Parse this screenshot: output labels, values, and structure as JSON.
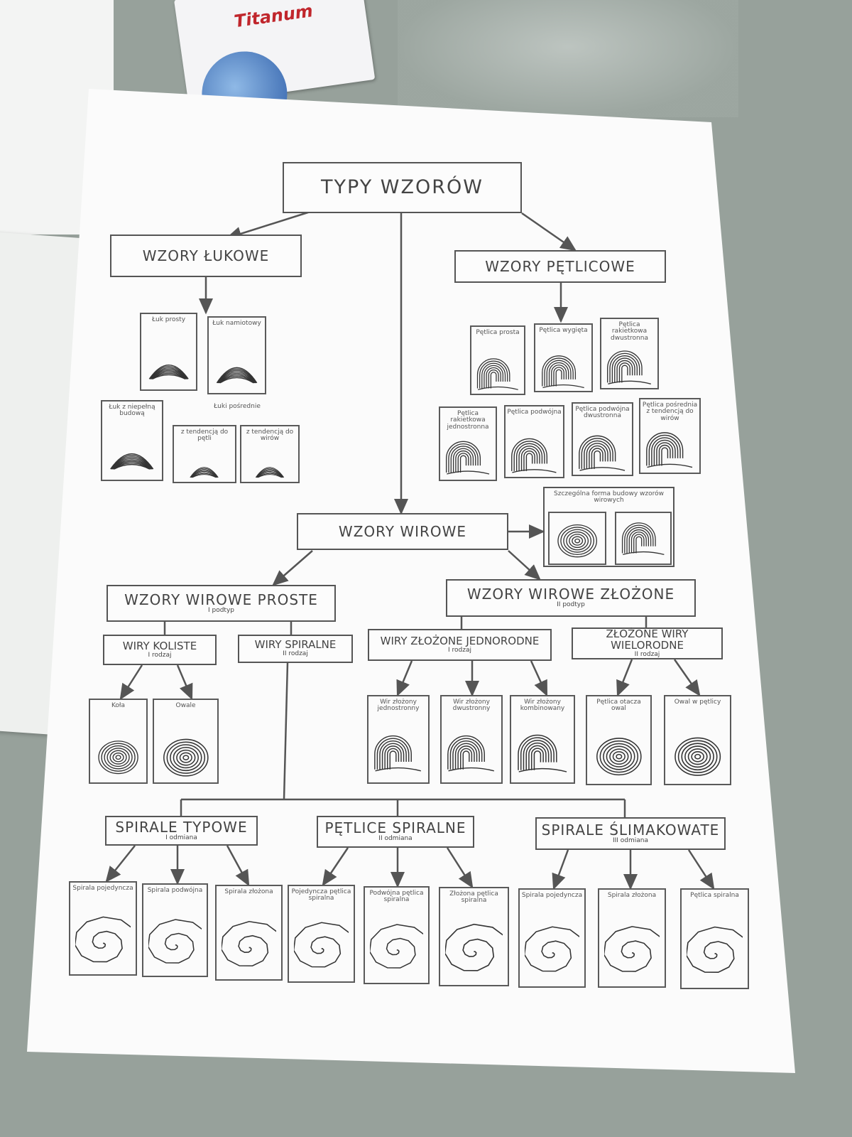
{
  "brand": "Titanum",
  "nodes": [
    {
      "id": "root",
      "title": "TYPY WZORÓW"
    },
    {
      "id": "arch",
      "title": "WZORY ŁUKOWE"
    },
    {
      "id": "loop",
      "title": "WZORY PĘTLICOWE"
    },
    {
      "id": "whorl",
      "title": "WZORY WIROWE"
    },
    {
      "id": "simple",
      "title": "WZORY WIROWE PROSTE",
      "subtitle": "I podtyp"
    },
    {
      "id": "complex",
      "title": "WZORY WIROWE ZŁOŻONE",
      "subtitle": "II podtyp"
    },
    {
      "id": "circular",
      "title": "WIRY KOLISTE",
      "subtitle": "I rodzaj"
    },
    {
      "id": "spiral",
      "title": "WIRY SPIRALNE",
      "subtitle": "II rodzaj"
    },
    {
      "id": "homog",
      "title": "WIRY ZŁOŻONE JEDNORODNE",
      "subtitle": "I rodzaj"
    },
    {
      "id": "heterog",
      "title": "ZŁOŻONE WIRY WIELORODNE",
      "subtitle": "II rodzaj"
    },
    {
      "id": "typical",
      "title": "SPIRALE TYPOWE",
      "subtitle": "I odmiana"
    },
    {
      "id": "spiralloops",
      "title": "PĘTLICE SPIRALNE",
      "subtitle": "II odmiana"
    },
    {
      "id": "snail",
      "title": "SPIRALE ŚLIMAKOWATE",
      "subtitle": "III odmiana"
    }
  ],
  "group_heads": [
    {
      "id": "intermediate",
      "label": "Łuki pośrednie"
    },
    {
      "id": "special",
      "label": "Szczególna forma budowy wzorów wirowych"
    }
  ],
  "cards": [
    {
      "id": "a1",
      "label": "Łuk prosty",
      "icon": "arch"
    },
    {
      "id": "a2",
      "label": "Łuk namiotowy",
      "icon": "tent"
    },
    {
      "id": "a3",
      "label": "Łuk z niepełną budową",
      "icon": "arch"
    },
    {
      "id": "a4",
      "label": "z tendencją do pętli",
      "icon": "arch"
    },
    {
      "id": "a5",
      "label": "z tendencją do wirów",
      "icon": "arch"
    },
    {
      "id": "l1",
      "label": "Pętlica prosta",
      "icon": "loop"
    },
    {
      "id": "l2",
      "label": "Pętlica wygięta",
      "icon": "loop"
    },
    {
      "id": "l3",
      "label": "Pętlica rakietkowa dwustronna",
      "icon": "loop"
    },
    {
      "id": "l4",
      "label": "Pętlica rakietkowa jednostronna",
      "icon": "loop"
    },
    {
      "id": "l5",
      "label": "Pętlica podwójna",
      "icon": "loop"
    },
    {
      "id": "l6",
      "label": "Pętlica podwójna dwustronna",
      "icon": "loop"
    },
    {
      "id": "l7",
      "label": "Pętlica pośrednia z tendencją do wirów",
      "icon": "loop"
    },
    {
      "id": "s1",
      "label": "",
      "icon": "whorl"
    },
    {
      "id": "s2",
      "label": "",
      "icon": "loop"
    },
    {
      "id": "c1",
      "label": "Koła",
      "icon": "whorl"
    },
    {
      "id": "c2",
      "label": "Owale",
      "icon": "whorl"
    },
    {
      "id": "h1",
      "label": "Wir złożony jednostronny",
      "icon": "loop"
    },
    {
      "id": "h2",
      "label": "Wir złożony dwustronny",
      "icon": "loop"
    },
    {
      "id": "h3",
      "label": "Wir złożony kombinowany",
      "icon": "loop"
    },
    {
      "id": "h4",
      "label": "Pętlica otacza owal",
      "icon": "whorl"
    },
    {
      "id": "h5",
      "label": "Owal w pętlicy",
      "icon": "whorl"
    },
    {
      "id": "t1",
      "label": "Spirala pojedyncza",
      "icon": "spiral"
    },
    {
      "id": "t2",
      "label": "Spirala podwójna",
      "icon": "spiral"
    },
    {
      "id": "t3",
      "label": "Spirala złożona",
      "icon": "spiral"
    },
    {
      "id": "p1",
      "label": "Pojedyncza pętlica spiralna",
      "icon": "spiral"
    },
    {
      "id": "p2",
      "label": "Podwójna pętlica spiralna",
      "icon": "spiral"
    },
    {
      "id": "p3",
      "label": "Złożona pętlica spiralna",
      "icon": "spiral"
    },
    {
      "id": "n1",
      "label": "Spirala pojedyncza",
      "icon": "spiral"
    },
    {
      "id": "n2",
      "label": "Spirala złożona",
      "icon": "spiral"
    },
    {
      "id": "n3",
      "label": "Pętlica spiralna",
      "icon": "spiral"
    }
  ]
}
